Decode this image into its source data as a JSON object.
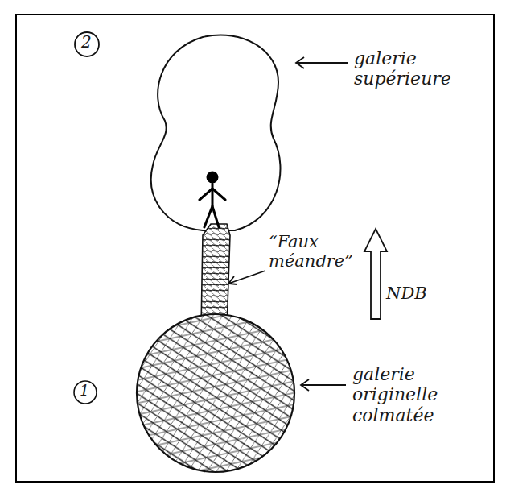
{
  "diagram": {
    "labels": [
      "2",
      "galerie supérieure",
      "“Faux méandre”",
      "NDB",
      "1",
      "galerie originelle colmatée"
    ]
  }
}
